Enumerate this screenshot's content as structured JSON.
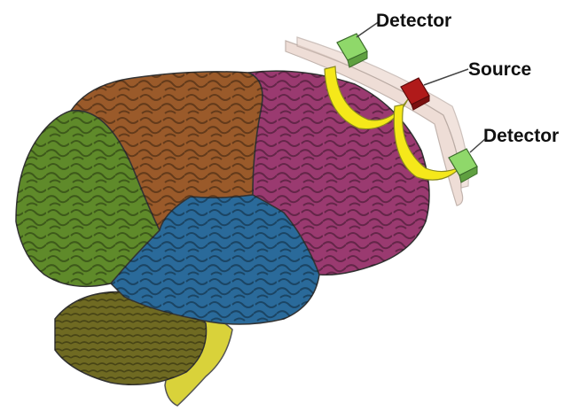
{
  "labels": {
    "detector_top": "Detector",
    "source": "Source",
    "detector_right": "Detector"
  },
  "colors": {
    "frontal_lobe": "#5f8a2a",
    "parietal_lobe": "#9a5a2a",
    "occipital_lobe": "#9a3a70",
    "temporal_lobe": "#2a6a9a",
    "cerebellum": "#6f6a22",
    "brainstem": "#d9d23a",
    "detector": "#8fd86a",
    "source": "#b01a1a",
    "light_path": "#f5e81a",
    "probe_band": "#ecd8d0"
  }
}
